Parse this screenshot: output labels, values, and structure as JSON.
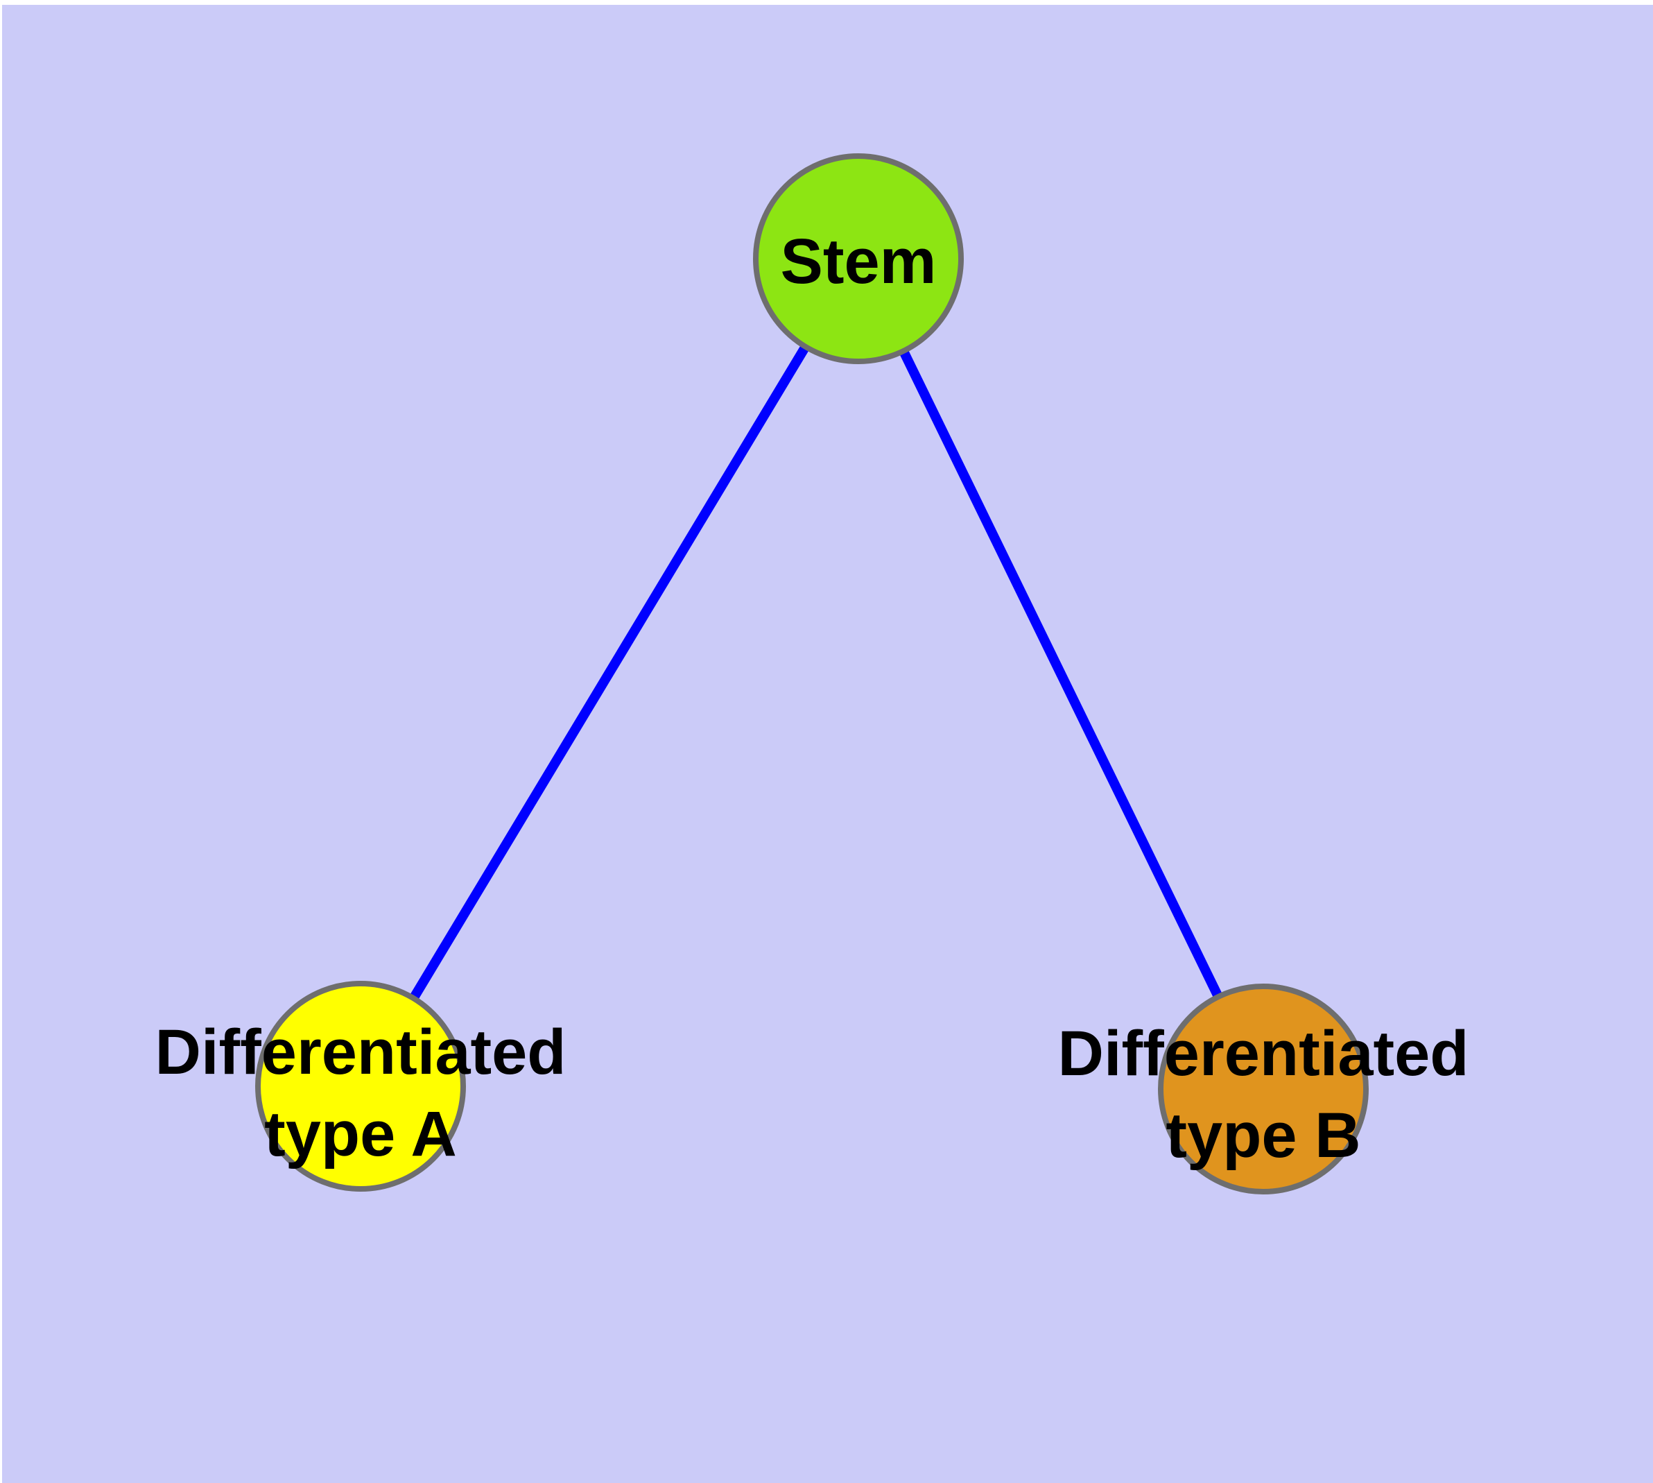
{
  "diagram": {
    "background_color": "#CBCBF8",
    "margin_color": "#FFFFFF",
    "edge_color": "#0000FF",
    "node_border_color": "#6E6E6E",
    "label_color": "#000000",
    "nodes": [
      {
        "id": "stem",
        "label": "Stem",
        "fill": "#8DE513"
      },
      {
        "id": "differentiated-type-a",
        "label_line1": "Differentiated",
        "label_line2": "type A",
        "fill": "#FFFF00"
      },
      {
        "id": "differentiated-type-b",
        "label_line1": "Differentiated",
        "label_line2": "type B",
        "fill": "#E0941E"
      }
    ],
    "edges": [
      {
        "from": "stem",
        "to": "differentiated-type-a"
      },
      {
        "from": "stem",
        "to": "differentiated-type-b"
      }
    ]
  }
}
